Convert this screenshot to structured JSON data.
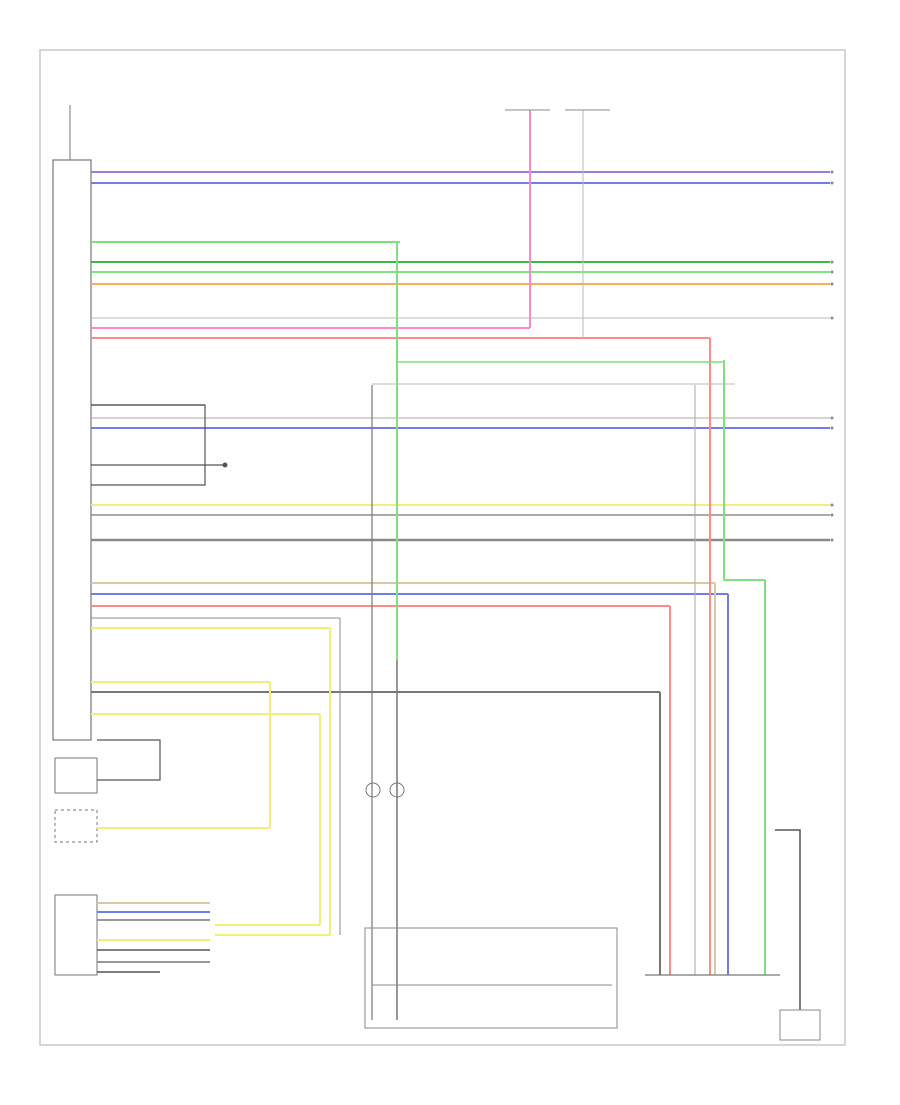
{
  "page": {
    "corner_label": "",
    "top_left_component": "",
    "top_connectors": [
      "",
      ""
    ],
    "right_connector_note": ""
  },
  "wire_colors": {
    "violet": "#9b7fd6",
    "blue": "#6f7fe6",
    "green": "#7fe07f",
    "dark_green": "#39b54a",
    "orange": "#ffaa55",
    "pink": "#ff88cc",
    "red": "#ff8a8a",
    "yellow": "#f2ee7a",
    "gray": "#8a8a8a",
    "tan": "#d8c8a8",
    "black": "#555555"
  },
  "components": [
    {
      "name": "main-module",
      "label": ""
    },
    {
      "name": "steering-module",
      "label": ""
    },
    {
      "name": "connector-block",
      "label": ""
    },
    {
      "name": "switch-panel",
      "label": ""
    },
    {
      "name": "right-module",
      "label": ""
    }
  ],
  "wires": [
    {
      "name": "wire-violet-top",
      "color": "violet"
    },
    {
      "name": "wire-blue-top",
      "color": "blue"
    },
    {
      "name": "wire-green-1",
      "color": "green"
    },
    {
      "name": "wire-green-2",
      "color": "dark_green"
    },
    {
      "name": "wire-green-3",
      "color": "green"
    },
    {
      "name": "wire-orange",
      "color": "orange"
    },
    {
      "name": "wire-pink",
      "color": "pink"
    },
    {
      "name": "wire-red",
      "color": "red"
    },
    {
      "name": "wire-blue-mid",
      "color": "blue"
    },
    {
      "name": "wire-yellow",
      "color": "yellow"
    },
    {
      "name": "wire-gray",
      "color": "gray"
    }
  ]
}
